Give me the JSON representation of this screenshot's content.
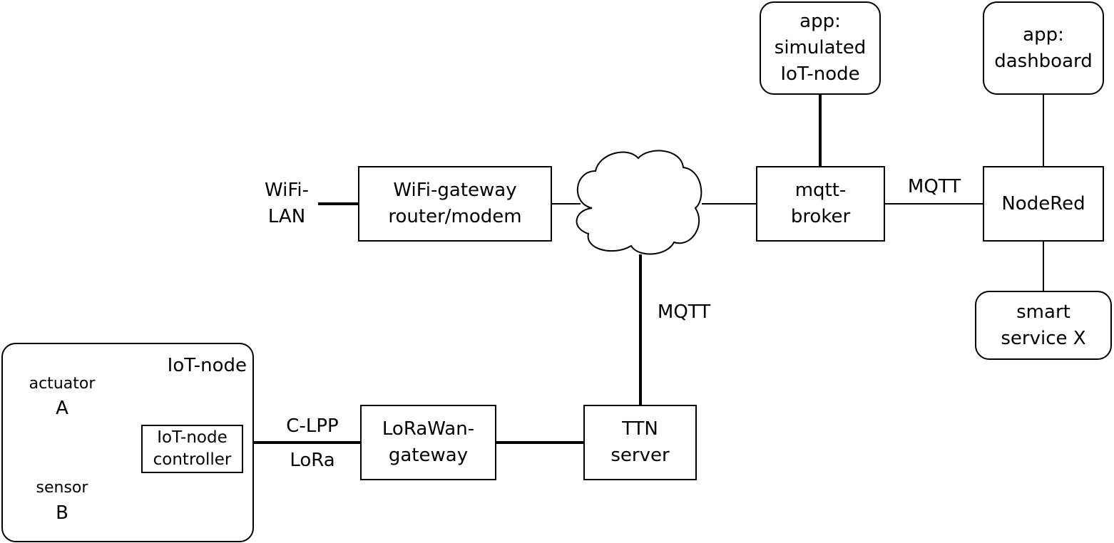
{
  "nodes": {
    "app_simulated": "app:\nsimulated\nIoT-node",
    "app_dashboard": "app:\ndashboard",
    "wifi_lan": "WiFi-\nLAN",
    "wifi_gateway": "WiFi-gateway\nrouter/modem",
    "mqtt_broker": "mqtt-\nbroker",
    "nodered": "NodeRed",
    "smart_service": "smart\nservice X",
    "iot_node_group": "IoT-node",
    "actuator": "actuator",
    "actuator_letter": "A",
    "sensor": "sensor",
    "sensor_letter": "B",
    "iot_controller": "IoT-node\ncontroller",
    "lorawan_gateway": "LoRaWan-\ngateway",
    "ttn_server": "TTN\nserver"
  },
  "edge_labels": {
    "mqtt_top": "MQTT",
    "mqtt_mid": "MQTT",
    "clpp": "C-LPP",
    "lora": "LoRa"
  }
}
